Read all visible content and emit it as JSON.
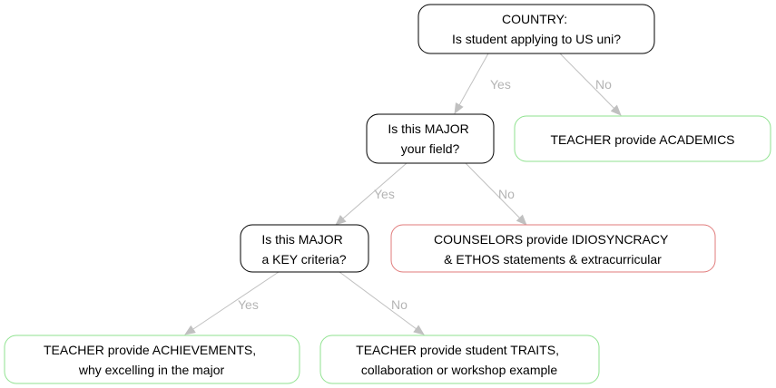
{
  "colors": {
    "decision_border": "#000000",
    "outcome_green_border": "#8fe28f",
    "outcome_red_border": "#e07b7b",
    "edge": "#c0c0c0",
    "edge_label": "#b4b4b4"
  },
  "nodes": {
    "country": {
      "lines": [
        "COUNTRY:",
        "Is student applying to US uni?"
      ]
    },
    "major_field": {
      "lines": [
        "Is this MAJOR",
        "your field?"
      ]
    },
    "teacher_academics": {
      "lines": [
        "TEACHER provide ACADEMICS"
      ]
    },
    "major_key": {
      "lines": [
        "Is this MAJOR",
        "a KEY criteria?"
      ]
    },
    "counselors": {
      "lines": [
        "COUNSELORS provide IDIOSYNCRACY",
        "& ETHOS statements & extracurricular"
      ]
    },
    "teacher_achievements": {
      "lines": [
        "TEACHER provide ACHIEVEMENTS,",
        "why excelling in the major"
      ]
    },
    "teacher_traits": {
      "lines": [
        "TEACHER provide student TRAITS,",
        "collaboration or workshop example"
      ]
    }
  },
  "edges": {
    "country_yes": {
      "label": "Yes"
    },
    "country_no": {
      "label": "No"
    },
    "field_yes": {
      "label": "Yes"
    },
    "field_no": {
      "label": "No"
    },
    "key_yes": {
      "label": "Yes"
    },
    "key_no": {
      "label": "No"
    }
  }
}
